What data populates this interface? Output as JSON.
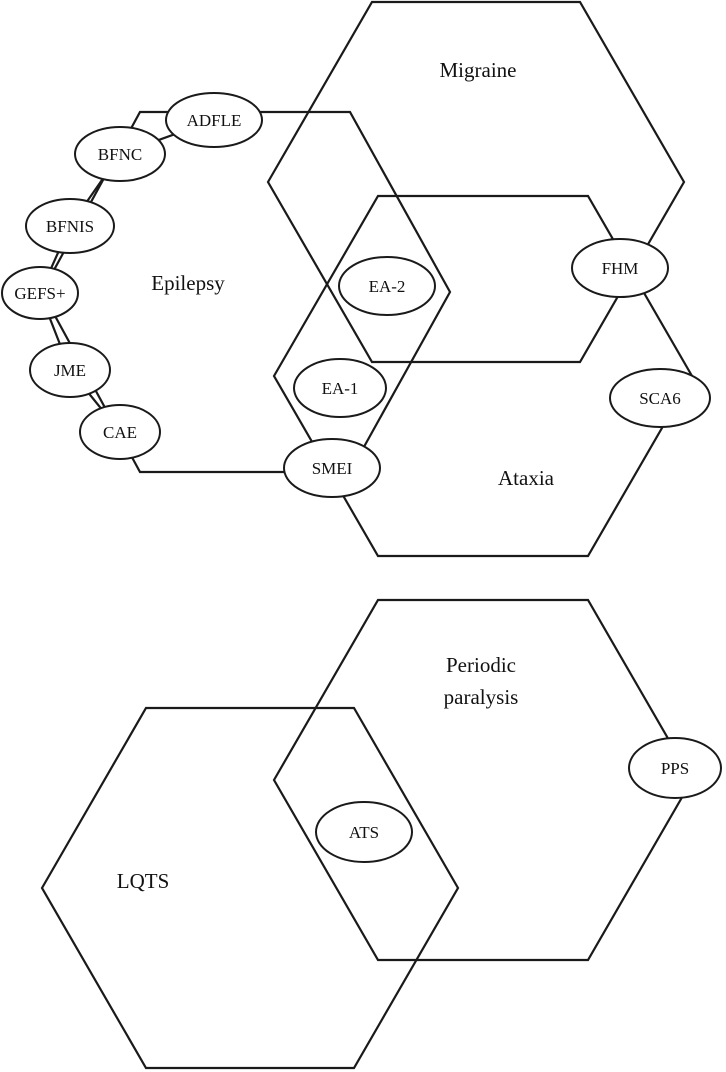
{
  "regions": {
    "migraine": "Migraine",
    "epilepsy": "Epilepsy",
    "ataxia": "Ataxia",
    "periodic_paralysis_line1": "Periodic",
    "periodic_paralysis_line2": "paralysis",
    "lqts": "LQTS"
  },
  "nodes": {
    "adfle": "ADFLE",
    "bfnc": "BFNC",
    "bfnis": "BFNIS",
    "gefs": "GEFS+",
    "jme": "JME",
    "cae": "CAE",
    "ea2": "EA-2",
    "ea1": "EA-1",
    "smei": "SMEI",
    "fhm": "FHM",
    "sca6": "SCA6",
    "ats": "ATS",
    "pps": "PPS"
  }
}
